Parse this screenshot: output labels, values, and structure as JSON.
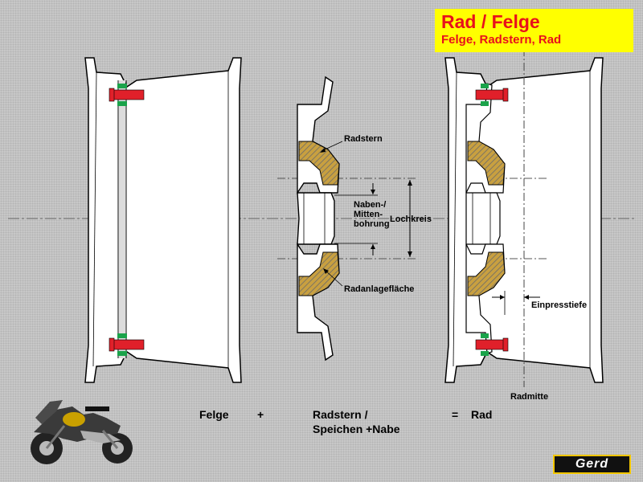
{
  "title": "Rad / Felge",
  "subtitle": "Felge, Radstern, Rad",
  "labels": {
    "radstern": "Radstern",
    "naben": "Naben-/ Mitten- bohrung",
    "lochkreis": "Lochkreis",
    "radanlage": "Radanlagefläche",
    "einpresstiefe": "Einpresstiefe",
    "radmitte": "Radmitte"
  },
  "equation": {
    "felge": "Felge",
    "plus": "+",
    "radstern_line1": "Radstern /",
    "radstern_line2": "Speichen +Nabe",
    "equals": "=",
    "rad": "Rad"
  },
  "logo": "Gerd",
  "colors": {
    "title_bg": "#ffff00",
    "title_text": "#e8101c",
    "bolt": "#e0202a",
    "washer": "#1aa34a",
    "hatch": "#c8a040",
    "logo_border": "#f2c600"
  },
  "icons": [
    "motorcycle-icon"
  ]
}
